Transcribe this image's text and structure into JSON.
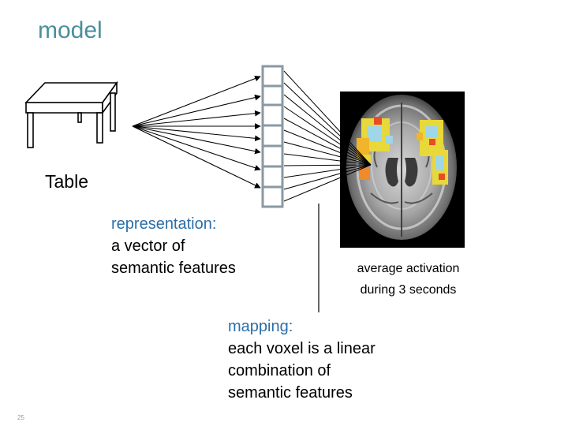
{
  "slide": {
    "title": "model",
    "object_label": "Table",
    "representation": {
      "heading": "representation:",
      "line1": "a vector of",
      "line2": "semantic features"
    },
    "activation": {
      "line1": "average activation",
      "line2": "during 3 seconds"
    },
    "mapping": {
      "heading": "mapping:",
      "line1": "each voxel is a linear",
      "line2": "combination of",
      "line3": "semantic features"
    },
    "page_number": "25"
  },
  "icons": {
    "table": "table-drawing-icon",
    "brain": "brain-fmri-icon"
  },
  "colors": {
    "title": "#4a8f9c",
    "accent": "#2a6fa8",
    "vector_box": "#8a99a3"
  }
}
